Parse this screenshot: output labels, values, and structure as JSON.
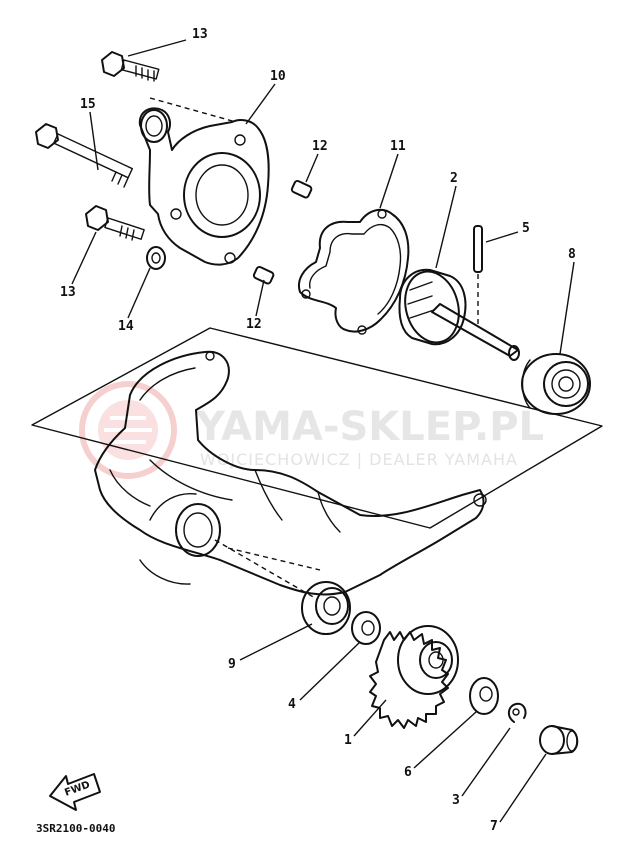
{
  "watermark": {
    "brand": "YAMA-SKLEP.PL",
    "dealer": "WOJCIECHOWICZ | DEALER YAMAHA",
    "logo_color": "#f4b5b5"
  },
  "diagram_code": "3SR2100-0040",
  "fwd_label": "FWD",
  "callouts": [
    {
      "id": "13a",
      "label": "13"
    },
    {
      "id": "10",
      "label": "10"
    },
    {
      "id": "15",
      "label": "15"
    },
    {
      "id": "12a",
      "label": "12"
    },
    {
      "id": "11",
      "label": "11"
    },
    {
      "id": "2",
      "label": "2"
    },
    {
      "id": "5",
      "label": "5"
    },
    {
      "id": "8",
      "label": "8"
    },
    {
      "id": "13b",
      "label": "13"
    },
    {
      "id": "14",
      "label": "14"
    },
    {
      "id": "12b",
      "label": "12"
    },
    {
      "id": "9",
      "label": "9"
    },
    {
      "id": "4",
      "label": "4"
    },
    {
      "id": "1",
      "label": "1"
    },
    {
      "id": "6",
      "label": "6"
    },
    {
      "id": "3",
      "label": "3"
    },
    {
      "id": "7",
      "label": "7"
    }
  ]
}
